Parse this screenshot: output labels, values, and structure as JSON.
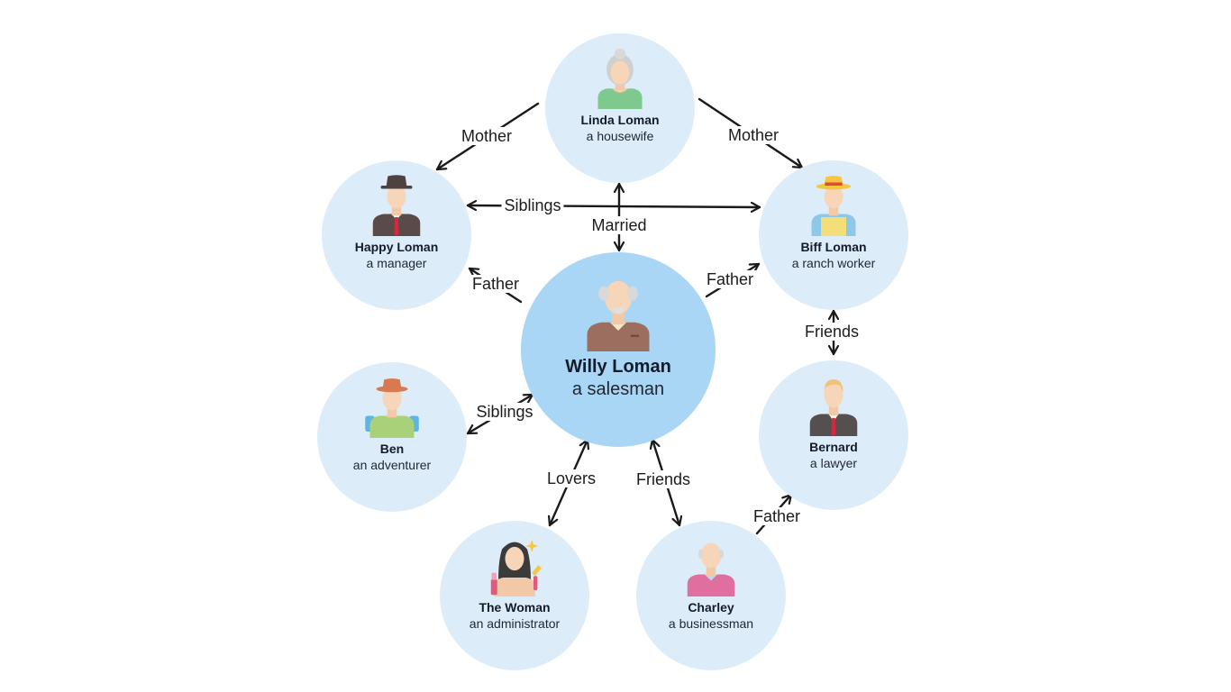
{
  "colors": {
    "node_fill": "#dcedf9",
    "center_fill": "#a9d6f5",
    "edge": "#1a1a1a",
    "text": "#141b2b"
  },
  "nodes": {
    "linda": {
      "name": "Linda Loman",
      "role": "a housewife",
      "avatar": "elderly-woman-avatar"
    },
    "happy": {
      "name": "Happy Loman",
      "role": "a manager",
      "avatar": "man-in-hat-suit-avatar"
    },
    "biff": {
      "name": "Biff Loman",
      "role": "a ranch worker",
      "avatar": "farmer-straw-hat-avatar"
    },
    "willy": {
      "name": "Willy Loman",
      "role": "a salesman",
      "avatar": "elderly-man-avatar"
    },
    "ben": {
      "name": "Ben",
      "role": "an adventurer",
      "avatar": "explorer-backpack-avatar"
    },
    "bernard": {
      "name": "Bernard",
      "role": "a lawyer",
      "avatar": "businessman-suit-avatar"
    },
    "woman": {
      "name": "The Woman",
      "role": "an administrator",
      "avatar": "woman-with-makeup-avatar"
    },
    "charley": {
      "name": "Charley",
      "role": "a businessman",
      "avatar": "bald-elderly-man-avatar"
    }
  },
  "edges": {
    "mother_happy": {
      "label": "Mother",
      "from": "linda",
      "to": "happy"
    },
    "mother_biff": {
      "label": "Mother",
      "from": "linda",
      "to": "biff"
    },
    "siblings_hb": {
      "label": "Siblings",
      "from": "happy",
      "to": "biff"
    },
    "married": {
      "label": "Married",
      "from": "linda",
      "to": "willy"
    },
    "father_happy": {
      "label": "Father",
      "from": "willy",
      "to": "happy"
    },
    "father_biff": {
      "label": "Father",
      "from": "willy",
      "to": "biff"
    },
    "friends_bb": {
      "label": "Friends",
      "from": "biff",
      "to": "bernard"
    },
    "siblings_wb": {
      "label": "Siblings",
      "from": "willy",
      "to": "ben"
    },
    "lovers": {
      "label": "Lovers",
      "from": "willy",
      "to": "woman"
    },
    "friends_wc": {
      "label": "Friends",
      "from": "willy",
      "to": "charley"
    },
    "father_charley": {
      "label": "Father",
      "from": "charley",
      "to": "bernard"
    }
  }
}
